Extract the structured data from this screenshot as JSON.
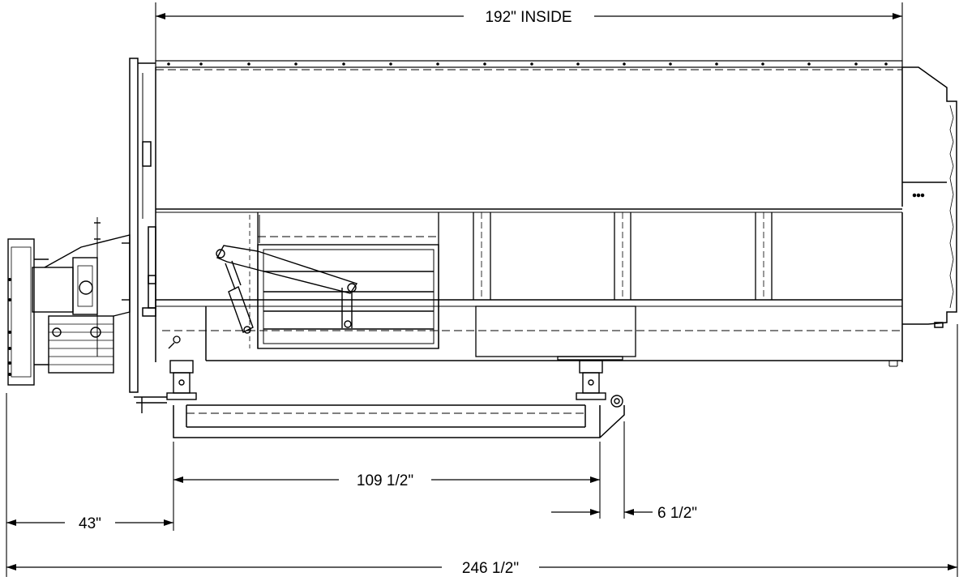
{
  "dimensions": {
    "inside_length": "192\" INSIDE",
    "frame_length": "109 1/2\"",
    "offset": "6 1/2\"",
    "front_overhang": "43\"",
    "overall_length": "246 1/2\""
  }
}
